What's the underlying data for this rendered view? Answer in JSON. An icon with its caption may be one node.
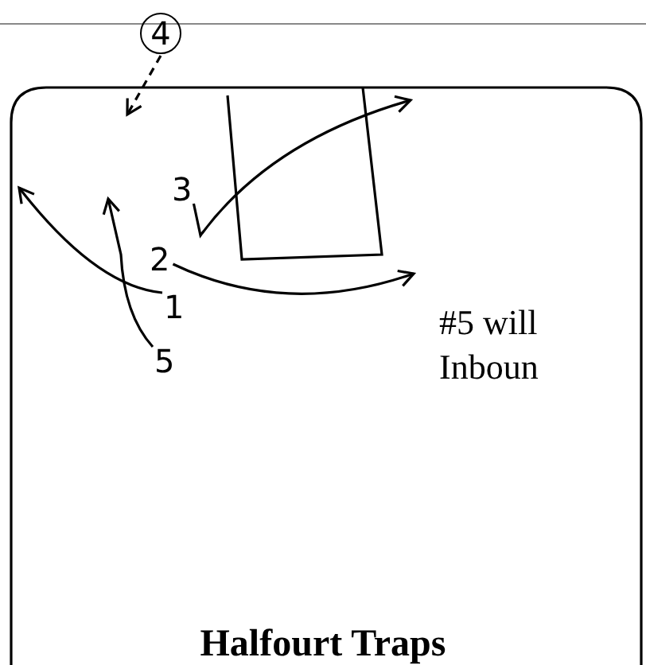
{
  "diagram": {
    "title": "Halfourt Traps",
    "nodes": [
      {
        "text": [
          "4"
        ]
      },
      {
        "text": [
          "3"
        ]
      },
      {
        "text": [
          "2"
        ]
      },
      {
        "text": [
          "1"
        ]
      },
      {
        "text": [
          "5"
        ]
      }
    ],
    "edges": [
      {
        "from": 0,
        "to": null,
        "arrow": "to",
        "style": "dashed"
      },
      {
        "from": 1,
        "to": null,
        "arrow": "to"
      },
      {
        "from": 2,
        "to": null,
        "arrow": "to"
      },
      {
        "from": 3,
        "to": null,
        "arrow": "to"
      },
      {
        "from": 4,
        "to": null,
        "arrow": "to"
      }
    ],
    "labels": [
      "#5 will",
      "Inboun"
    ]
  }
}
